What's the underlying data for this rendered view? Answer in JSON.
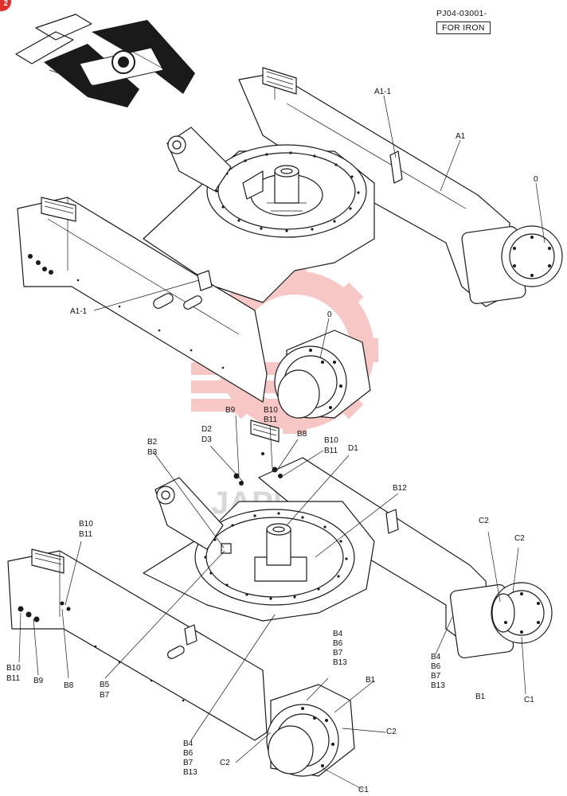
{
  "header": {
    "part_number": "PJ04-03001-",
    "spec_box": "FOR IRON",
    "badge": "2"
  },
  "watermark": {
    "text": "JAPITEX",
    "color": "#e53935"
  },
  "labels": {
    "a1_1_top": "A1-1",
    "a1": "A1",
    "zero_right": "0",
    "a1_1_left": "A1-1",
    "zero_mid": "0",
    "b9_top": "B9",
    "b10_top": "B10",
    "b11_top": "B11",
    "b2": "B2",
    "b3": "B3",
    "d2": "D2",
    "d3": "D3",
    "b8_top": "B8",
    "b10_mid": "B10",
    "b11_mid": "B11",
    "d1": "D1",
    "b12": "B12",
    "b10_left": "B10",
    "b11_left": "B11",
    "c2_a": "C2",
    "c2_b": "C2",
    "b10_low": "B10",
    "b11_low": "B11",
    "b9_low": "B9",
    "b8_low": "B8",
    "b5": "B5",
    "b7_b5": "B7",
    "b4_c": "B4",
    "b6_c": "B6",
    "b7_c": "B7",
    "b13_c": "B13",
    "b4_r": "B4",
    "b6_r": "B6",
    "b7_r": "B7",
    "b13_r": "B13",
    "b1_r": "B1",
    "c1_r": "C1",
    "b1_bot": "B1",
    "c2_bot": "C2",
    "b4_b": "B4",
    "b6_b": "B6",
    "b7_b": "B7",
    "b13_b": "B13",
    "c2_left": "C2",
    "c1_bot": "C1"
  }
}
